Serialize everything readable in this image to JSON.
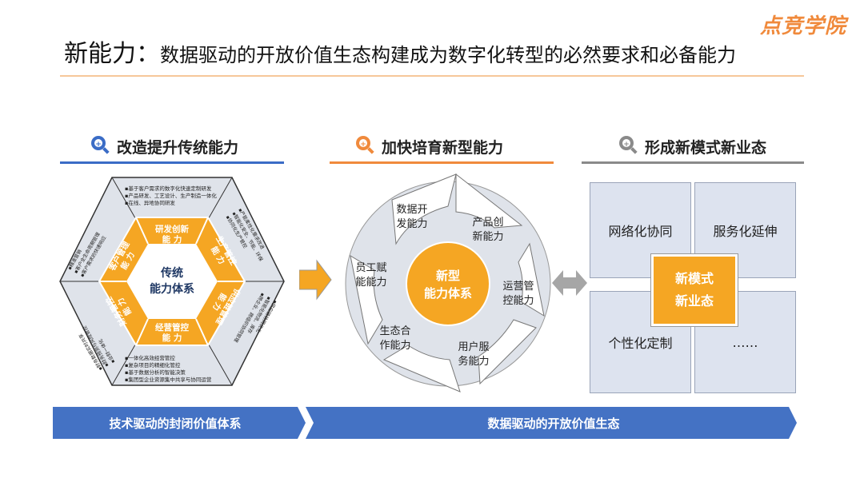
{
  "logo": "点竞学院",
  "title": {
    "main": "新能力：",
    "sub": "数据驱动的开放价值生态构建成为数字化转型的必然要求和必备能力"
  },
  "sections": [
    {
      "heading": "改造提升传统能力",
      "icon": "search-icon",
      "color": "#3a6cc6"
    },
    {
      "heading": "加快培育新型能力",
      "icon": "search-icon",
      "color": "#f08a3c"
    },
    {
      "heading": "形成新模式新业态",
      "icon": "search-icon",
      "color": "#8a8a8a"
    }
  ],
  "hexagon": {
    "center": [
      "传统",
      "能力体系"
    ],
    "segments": [
      {
        "label": [
          "研发创新",
          "能 力"
        ]
      },
      {
        "label": [
          "生产管控",
          "能 力"
        ]
      },
      {
        "label": [
          "供应链管理",
          "能 力"
        ]
      },
      {
        "label": [
          "经营管控",
          "能 力"
        ]
      },
      {
        "label": [
          "财务管控",
          "能 力"
        ]
      },
      {
        "label": [
          "客户管理",
          "能 力"
        ]
      }
    ],
    "top_notes": [
      "▪基于客户需求的数字化快速定制研发",
      "▪产品研发、工艺设计、生产制造一体化",
      "▪在线、异地协同研发"
    ],
    "bottom_notes": [
      "▪一体化高效经营管控",
      "▪复杂项目的精细化管控",
      "▪基于数据分析的智能决策",
      "▪集团型企业资源集中共享与协同运营"
    ],
    "right_top_notes": [
      "▪产能柔性化需求改进",
      "▪智能化安全、节能、环保",
      "▪协同化生产管控"
    ],
    "right_bottom_notes": [
      "▪供应链协同优化",
      "▪智能化物流、库存",
      "▪跨企业、跨组织协同管理"
    ],
    "left_top_notes": [
      "▪精准营销",
      "▪客户全生命周期管理",
      "▪客户需求的快速响应"
    ],
    "left_bottom_notes": [
      "▪财务数据实时共享",
      "▪财务预测与风险管控",
      "▪业财一体化"
    ]
  },
  "wheel": {
    "center": [
      "新型",
      "能力体系"
    ],
    "items": [
      {
        "label": [
          "数据开",
          "发能力"
        ]
      },
      {
        "label": [
          "产品创",
          "新能力"
        ]
      },
      {
        "label": [
          "运营管",
          "控能力"
        ]
      },
      {
        "label": [
          "用户服",
          "务能力"
        ]
      },
      {
        "label": [
          "生态合",
          "作能力"
        ]
      },
      {
        "label": [
          "员工赋",
          "能能力"
        ]
      }
    ]
  },
  "grid": {
    "cells": [
      "网络化协同",
      "服务化延伸",
      "个性化定制",
      "……"
    ],
    "center": [
      "新模式",
      "新业态"
    ]
  },
  "bands": {
    "left": "技术驱动的封闭价值体系",
    "right": "数据驱动的开放价值生态",
    "color": "#4472c4"
  }
}
